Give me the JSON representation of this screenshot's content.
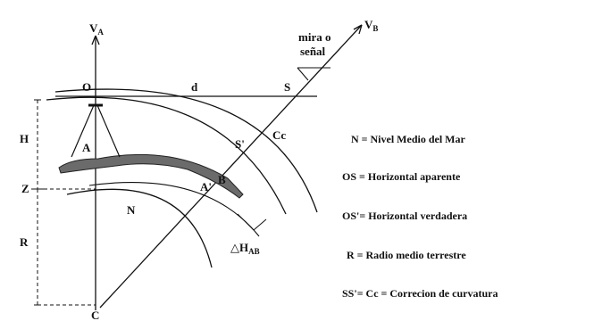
{
  "labels": {
    "va": "V",
    "va_sub": "A",
    "vb": "V",
    "vb_sub": "B",
    "mira_line1": "mira o",
    "mira_line2": "señal",
    "o": "O",
    "d": "d",
    "s": "S",
    "s_prime": "S'",
    "cc": "Cc",
    "h": "H",
    "a": "A",
    "a_prime": "A'",
    "b": "B",
    "z": "Z",
    "n": "N",
    "r": "R",
    "delta_h": "△H",
    "delta_h_sub": "AB",
    "c": "C"
  },
  "legend": [
    {
      "key": "N",
      "sep": " = ",
      "text": "Nivel Medio del Mar"
    },
    {
      "key": "OS",
      "sep": " = ",
      "text": "Horizontal aparente"
    },
    {
      "key": "OS'",
      "sep": "= ",
      "text": "Horizontal verdadera"
    },
    {
      "key": "R",
      "sep": "  = ",
      "text": "Radio medio terrestre"
    },
    {
      "key": "SS'",
      "sep": "= ",
      "text": "Cc = Correcion de curvatura"
    }
  ]
}
